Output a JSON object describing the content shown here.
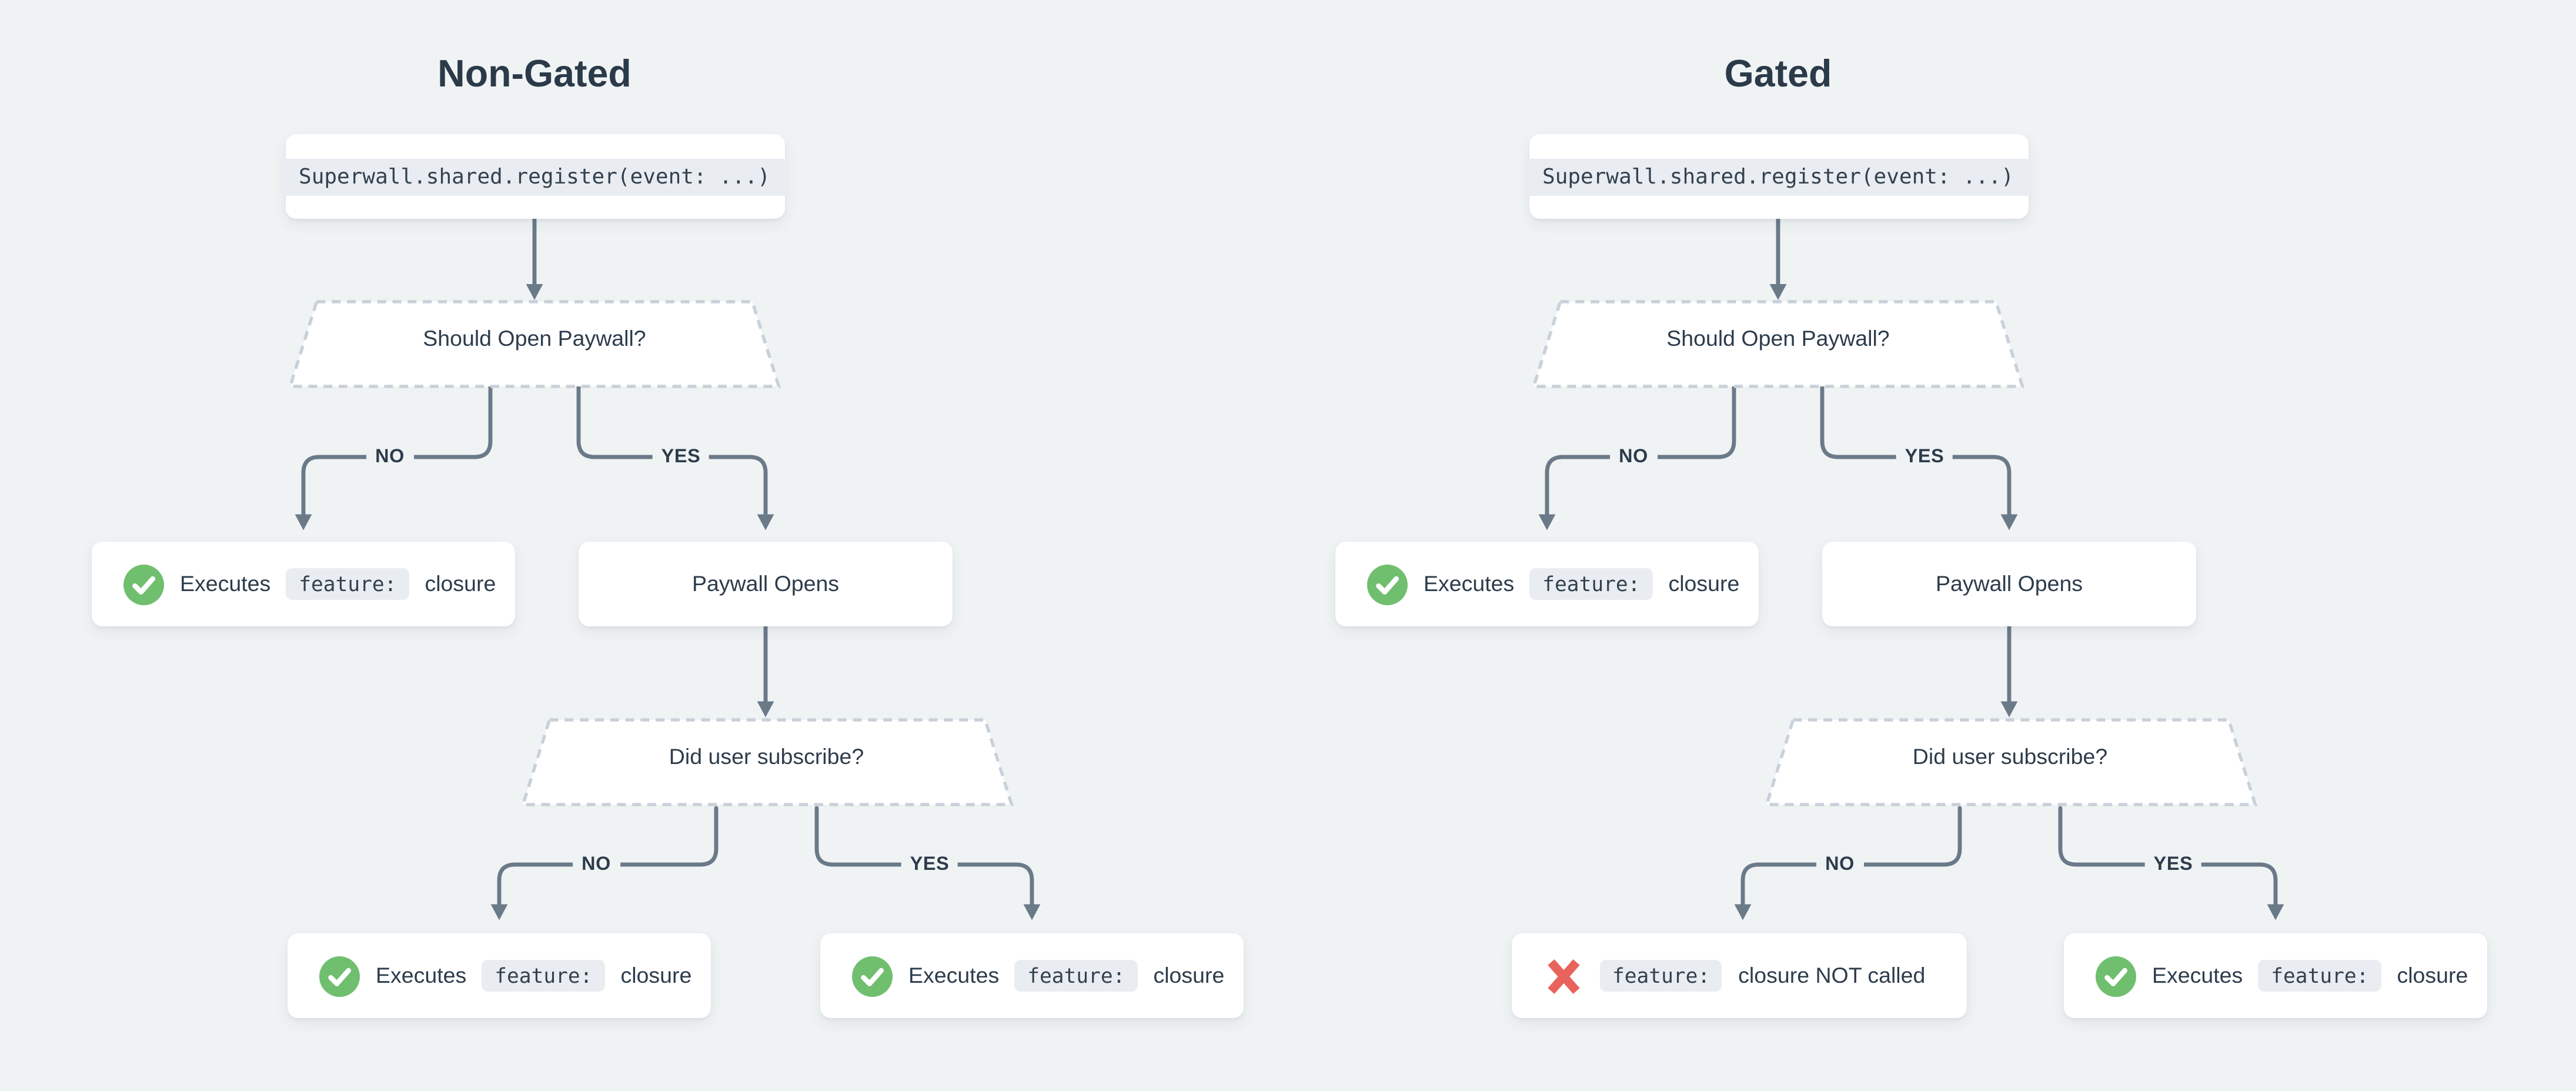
{
  "page": {
    "background": "#f0f3f4"
  },
  "colors": {
    "connector": "#6b7a89",
    "dashed_border": "#c8d1da",
    "text": "#2d3c4b",
    "chip_background": "#e9edf2",
    "success_green": "#6fbf6f",
    "fail_red": "#e8635b",
    "node_background": "#ffffff"
  },
  "flows": [
    {
      "title": "Non-Gated",
      "register_code": "Superwall.shared.register(event: ...)",
      "decision_paywall": "Should Open Paywall?",
      "paywall_opens": "Paywall Opens",
      "decision_subscribe": "Did user subscribe?",
      "labels": {
        "no1": "NO",
        "yes1": "YES",
        "no2": "NO",
        "yes2": "YES"
      },
      "result_no_paywall": {
        "icon": "check-circle",
        "prefix": "Executes",
        "code": "feature:",
        "suffix": "closure"
      },
      "result_not_subscribed": {
        "icon": "check-circle",
        "prefix": "Executes",
        "code": "feature:",
        "suffix": "closure"
      },
      "result_subscribed": {
        "icon": "check-circle",
        "prefix": "Executes",
        "code": "feature:",
        "suffix": "closure"
      }
    },
    {
      "title": "Gated",
      "register_code": "Superwall.shared.register(event: ...)",
      "decision_paywall": "Should Open Paywall?",
      "paywall_opens": "Paywall Opens",
      "decision_subscribe": "Did user subscribe?",
      "labels": {
        "no1": "NO",
        "yes1": "YES",
        "no2": "NO",
        "yes2": "YES"
      },
      "result_no_paywall": {
        "icon": "check-circle",
        "prefix": "Executes",
        "code": "feature:",
        "suffix": "closure"
      },
      "result_not_subscribed": {
        "icon": "cross",
        "prefix": "",
        "code": "feature:",
        "suffix": "closure NOT called"
      },
      "result_subscribed": {
        "icon": "check-circle",
        "prefix": "Executes",
        "code": "feature:",
        "suffix": "closure"
      }
    }
  ]
}
